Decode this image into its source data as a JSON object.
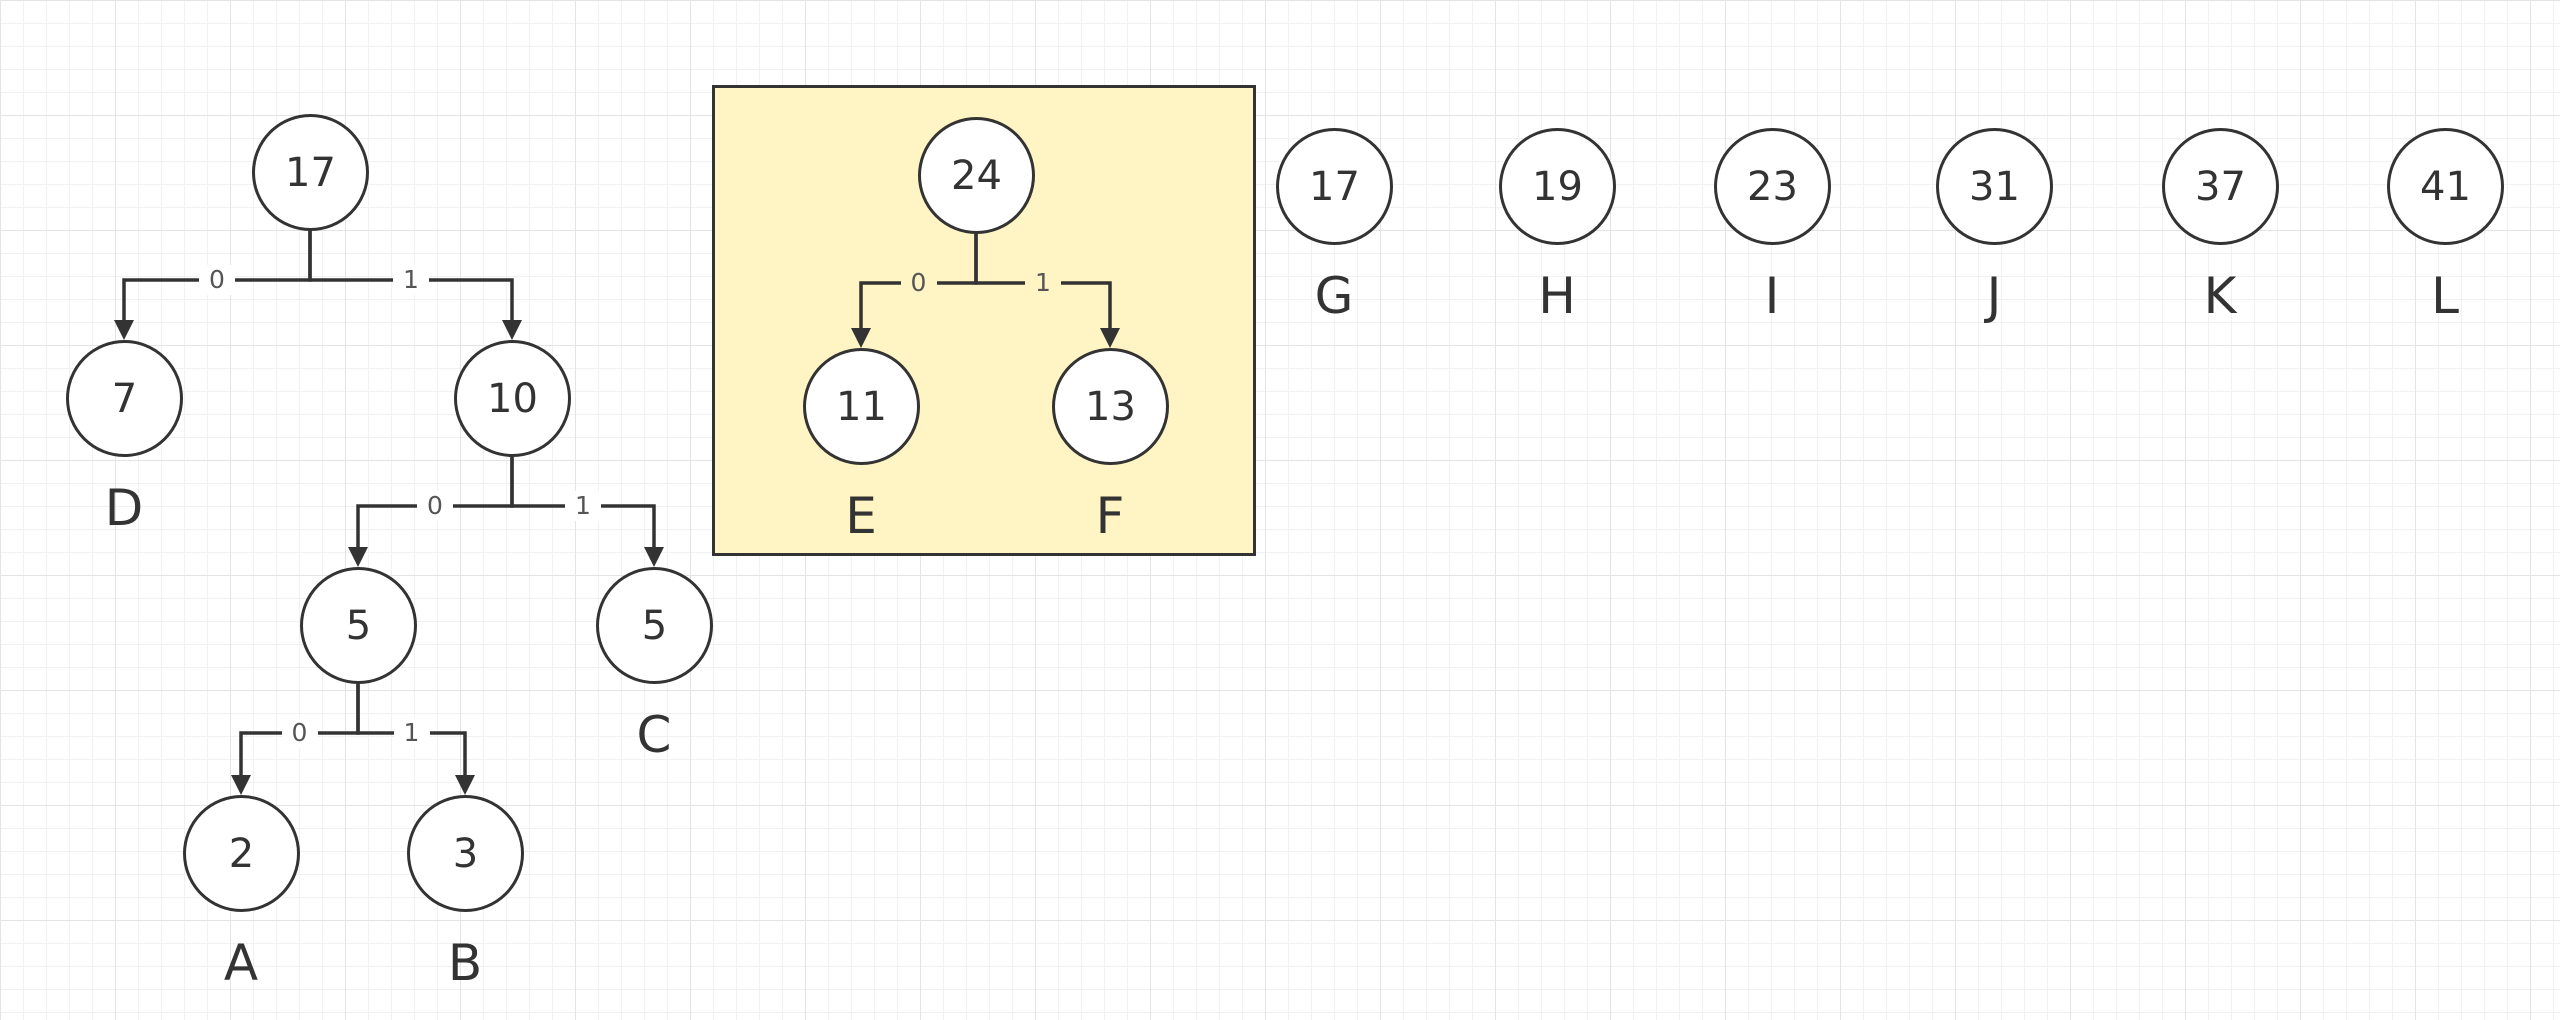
{
  "trees": [
    {
      "id": "tree-17",
      "highlighted": false,
      "root": {
        "value": "17"
      },
      "nodes": [
        {
          "id": "n17",
          "value": "17"
        },
        {
          "id": "n7",
          "value": "7",
          "label": "D"
        },
        {
          "id": "n10",
          "value": "10"
        },
        {
          "id": "n5a",
          "value": "5"
        },
        {
          "id": "n5c",
          "value": "5",
          "label": "C"
        },
        {
          "id": "n2",
          "value": "2",
          "label": "A"
        },
        {
          "id": "n3",
          "value": "3",
          "label": "B"
        }
      ],
      "edges": [
        {
          "from": "n17",
          "to": "n7",
          "bit": "0"
        },
        {
          "from": "n17",
          "to": "n10",
          "bit": "1"
        },
        {
          "from": "n10",
          "to": "n5a",
          "bit": "0"
        },
        {
          "from": "n10",
          "to": "n5c",
          "bit": "1"
        },
        {
          "from": "n5a",
          "to": "n2",
          "bit": "0"
        },
        {
          "from": "n5a",
          "to": "n3",
          "bit": "1"
        }
      ]
    },
    {
      "id": "tree-24",
      "highlighted": true,
      "nodes": [
        {
          "id": "n24",
          "value": "24"
        },
        {
          "id": "n11",
          "value": "11",
          "label": "E"
        },
        {
          "id": "n13",
          "value": "13",
          "label": "F"
        }
      ],
      "edges": [
        {
          "from": "n24",
          "to": "n11",
          "bit": "0"
        },
        {
          "from": "n24",
          "to": "n13",
          "bit": "1"
        }
      ]
    }
  ],
  "pending_leaves": [
    {
      "id": "nG",
      "value": "17",
      "label": "G"
    },
    {
      "id": "nH",
      "value": "19",
      "label": "H"
    },
    {
      "id": "nI",
      "value": "23",
      "label": "I"
    },
    {
      "id": "nJ",
      "value": "31",
      "label": "J"
    },
    {
      "id": "nK",
      "value": "37",
      "label": "K"
    },
    {
      "id": "nL",
      "value": "41",
      "label": "L"
    }
  ],
  "colors": {
    "stroke": "#333333",
    "highlight_fill": "#fff4c3",
    "grid": "#e4e4e4"
  }
}
